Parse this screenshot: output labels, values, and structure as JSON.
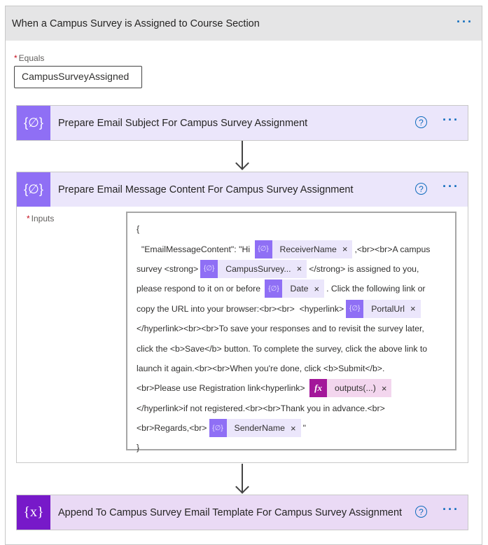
{
  "scope": {
    "title": "When a Campus Survey is Assigned to Course Section",
    "more": "···"
  },
  "equals": {
    "label": "Equals",
    "required": "*",
    "value": "CampusSurveyAssigned"
  },
  "cards": [
    {
      "title": "Prepare Email Subject For Campus Survey Assignment",
      "icon": "{∅}",
      "help": "?",
      "more": "···",
      "color": "#8f6ff5",
      "bg": "#ebe6fb"
    },
    {
      "title": "Prepare Email Message Content For Campus Survey Assignment",
      "icon": "{∅}",
      "help": "?",
      "more": "···",
      "color": "#8f6ff5",
      "bg": "#ebe6fb"
    },
    {
      "title": "Append To Campus Survey Email Template For Campus Survey Assignment",
      "icon": "{x}",
      "help": "?",
      "more": "···",
      "color": "#7719c9",
      "bg": "#eadaf5"
    }
  ],
  "inputs": {
    "label": "Inputs",
    "required": "*",
    "lines": [
      [
        {
          "t": "{"
        }
      ],
      [
        {
          "t": "  \"EmailMessageContent\": \"Hi "
        },
        {
          "tok": "var",
          "label": "ReceiverName"
        },
        {
          "t": ",<br><br>A campus"
        }
      ],
      [
        {
          "t": "survey <strong>"
        },
        {
          "tok": "var",
          "label": "CampusSurvey..."
        },
        {
          "t": "</strong> is assigned to you,"
        }
      ],
      [
        {
          "t": "please respond to it on or before "
        },
        {
          "tok": "var",
          "label": "Date"
        },
        {
          "t": ". Click the following link or"
        }
      ],
      [
        {
          "t": "copy the URL into your browser:<br><br>  <hyperlink>"
        },
        {
          "tok": "var",
          "label": "PortalUrl"
        }
      ],
      [
        {
          "t": "</hyperlink><br><br>To save your responses and to revisit the survey later,"
        }
      ],
      [
        {
          "t": "click the <b>Save</b> button. To complete the survey, click the above link to"
        }
      ],
      [
        {
          "t": "launch it again.<br><br>When you're done, click <b>Submit</b>."
        }
      ],
      [
        {
          "t": "<br>Please use Registration link<hyperlink> "
        },
        {
          "tok": "fx",
          "label": "outputs(...)"
        }
      ],
      [
        {
          "t": "</hyperlink>if not registered.<br><br>Thank you in advance.<br>"
        }
      ],
      [
        {
          "t": "<br>Regards,<br>"
        },
        {
          "tok": "var",
          "label": "SenderName"
        },
        {
          "t": "\""
        }
      ],
      [
        {
          "t": "}"
        }
      ]
    ]
  },
  "token_icons": {
    "var": "{∅}",
    "fx": "fx",
    "remove": "×"
  }
}
